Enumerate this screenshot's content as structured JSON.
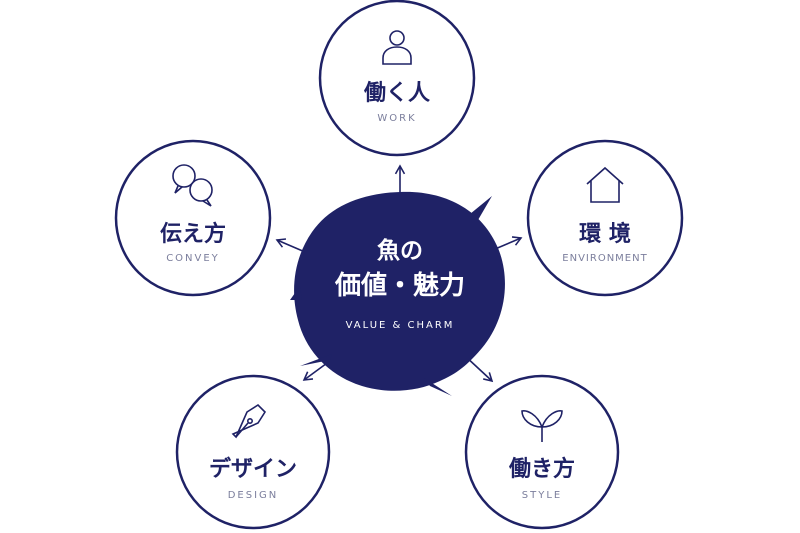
{
  "colors": {
    "navy": "#1f2266",
    "subtext": "#7b7e9c",
    "background": "#ffffff"
  },
  "center": {
    "title_line1": "魚の",
    "title_line2": "価値・魅力",
    "subtitle": "VALUE & CHARM"
  },
  "nodes": [
    {
      "id": "work",
      "title": "働く人",
      "subtitle": "WORK",
      "icon": "person-icon"
    },
    {
      "id": "environment",
      "title": "環 境",
      "subtitle": "ENVIRONMENT",
      "icon": "house-icon"
    },
    {
      "id": "style",
      "title": "働き方",
      "subtitle": "STYLE",
      "icon": "sprout-icon"
    },
    {
      "id": "design",
      "title": "デザイン",
      "subtitle": "DESIGN",
      "icon": "pen-nib-icon"
    },
    {
      "id": "convey",
      "title": "伝え方",
      "subtitle": "CONVEY",
      "icon": "chat-bubbles-icon"
    }
  ]
}
